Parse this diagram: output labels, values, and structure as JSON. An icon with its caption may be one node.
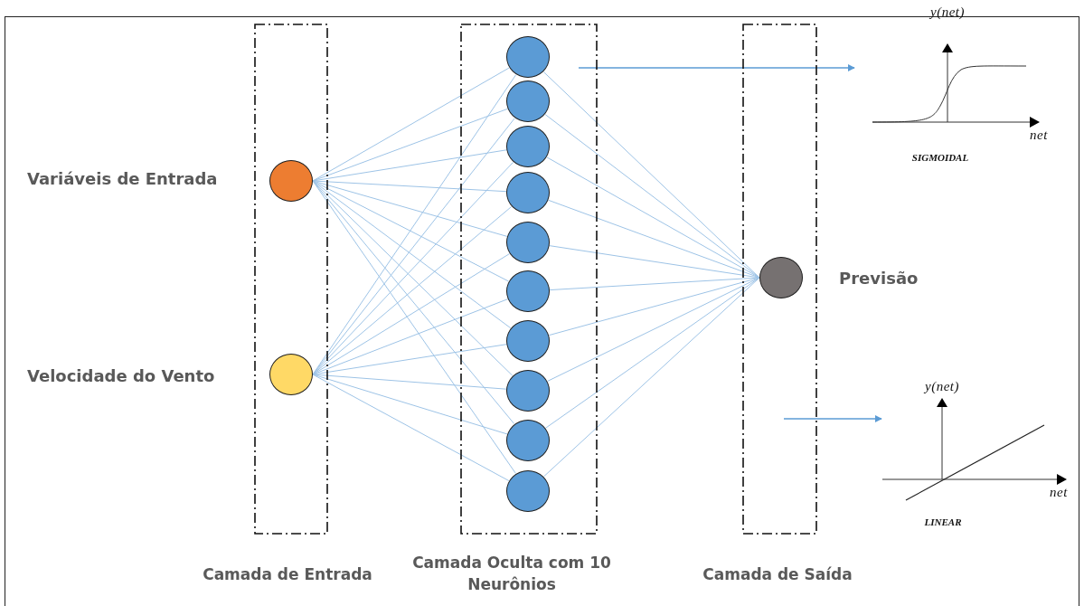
{
  "diagram": {
    "nodes": [
      {
        "text": [
          "Camada de Entrada"
        ]
      },
      {
        "text": [
          "Camada Oculta com 10 Neurônios"
        ]
      },
      {
        "text": [
          "Camada de Saída"
        ]
      },
      {
        "text": [],
        "shape": "circle",
        "in": 0,
        "beside": [
          "Variáveis de Entrada"
        ]
      },
      {
        "text": [],
        "shape": "circle",
        "in": 0,
        "beside": [
          "Velocidade do Vento"
        ]
      },
      {
        "text": [],
        "shape": "circle",
        "in": 1
      },
      {
        "text": [],
        "shape": "circle",
        "in": 1
      },
      {
        "text": [],
        "shape": "circle",
        "in": 1
      },
      {
        "text": [],
        "shape": "circle",
        "in": 1
      },
      {
        "text": [],
        "shape": "circle",
        "in": 1
      },
      {
        "text": [],
        "shape": "circle",
        "in": 1
      },
      {
        "text": [],
        "shape": "circle",
        "in": 1
      },
      {
        "text": [],
        "shape": "circle",
        "in": 1
      },
      {
        "text": [],
        "shape": "circle",
        "in": 1
      },
      {
        "text": [],
        "shape": "circle",
        "in": 1
      },
      {
        "text": [],
        "shape": "circle",
        "in": 2,
        "beside": [
          "Previsão"
        ]
      },
      {
        "text": [
          "y(net)",
          "net",
          "SIGMOIDAL"
        ]
      },
      {
        "text": [
          "y(net)",
          "net",
          "LINEAR"
        ]
      }
    ],
    "edges": [
      {
        "from": null,
        "to": 16,
        "arrow": "to"
      },
      {
        "from": null,
        "to": 17,
        "arrow": "to"
      },
      {
        "from": 3,
        "to": 5,
        "arrow": "none"
      },
      {
        "from": 3,
        "to": 6,
        "arrow": "none"
      },
      {
        "from": 3,
        "to": 7,
        "arrow": "none"
      },
      {
        "from": 3,
        "to": 8,
        "arrow": "none"
      },
      {
        "from": 3,
        "to": 9,
        "arrow": "none"
      },
      {
        "from": 3,
        "to": 10,
        "arrow": "none"
      },
      {
        "from": 3,
        "to": 11,
        "arrow": "none"
      },
      {
        "from": 3,
        "to": 12,
        "arrow": "none"
      },
      {
        "from": 3,
        "to": 13,
        "arrow": "none"
      },
      {
        "from": 3,
        "to": 14,
        "arrow": "none"
      },
      {
        "from": 4,
        "to": 5,
        "arrow": "none"
      },
      {
        "from": 4,
        "to": 6,
        "arrow": "none"
      },
      {
        "from": 4,
        "to": 7,
        "arrow": "none"
      },
      {
        "from": 4,
        "to": 8,
        "arrow": "none"
      },
      {
        "from": 4,
        "to": 9,
        "arrow": "none"
      },
      {
        "from": 4,
        "to": 10,
        "arrow": "none"
      },
      {
        "from": 4,
        "to": 11,
        "arrow": "none"
      },
      {
        "from": 4,
        "to": 12,
        "arrow": "none"
      },
      {
        "from": 4,
        "to": 13,
        "arrow": "none"
      },
      {
        "from": 4,
        "to": 14,
        "arrow": "none"
      },
      {
        "from": 5,
        "to": 15,
        "arrow": "none"
      },
      {
        "from": 6,
        "to": 15,
        "arrow": "none"
      },
      {
        "from": 7,
        "to": 15,
        "arrow": "none"
      },
      {
        "from": 8,
        "to": 15,
        "arrow": "none"
      },
      {
        "from": 9,
        "to": 15,
        "arrow": "none"
      },
      {
        "from": 10,
        "to": 15,
        "arrow": "none"
      },
      {
        "from": 11,
        "to": 15,
        "arrow": "none"
      },
      {
        "from": 12,
        "to": 15,
        "arrow": "none"
      },
      {
        "from": 13,
        "to": 15,
        "arrow": "none"
      },
      {
        "from": 14,
        "to": 15,
        "arrow": "none"
      }
    ]
  }
}
